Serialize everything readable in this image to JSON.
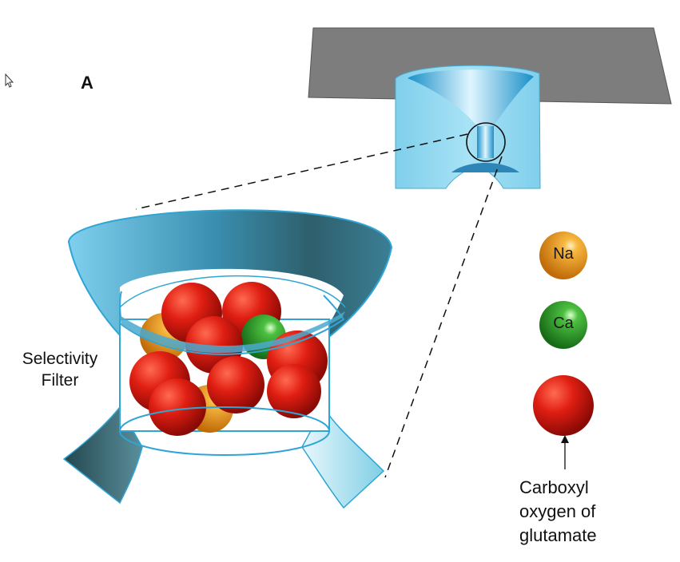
{
  "panel_label": "A",
  "labels": {
    "selectivity_filter_line1": "Selectivity",
    "selectivity_filter_line2": "Filter",
    "carboxyl_line1": "Carboxyl",
    "carboxyl_line2": "oxygen of",
    "carboxyl_line3": "glutamate"
  },
  "legend": {
    "na": "Na",
    "ca": "Ca"
  },
  "colors": {
    "channel_light": "#8fd4ef",
    "channel_mid": "#3aaedb",
    "channel_dark": "#2d5a66",
    "membrane": "#7d7d7d",
    "sodium_orange": "#f0a020",
    "calcium_green": "#3aa63a",
    "oxygen_red": "#d81a10"
  },
  "icons": [
    "cursor-arrow-icon"
  ]
}
